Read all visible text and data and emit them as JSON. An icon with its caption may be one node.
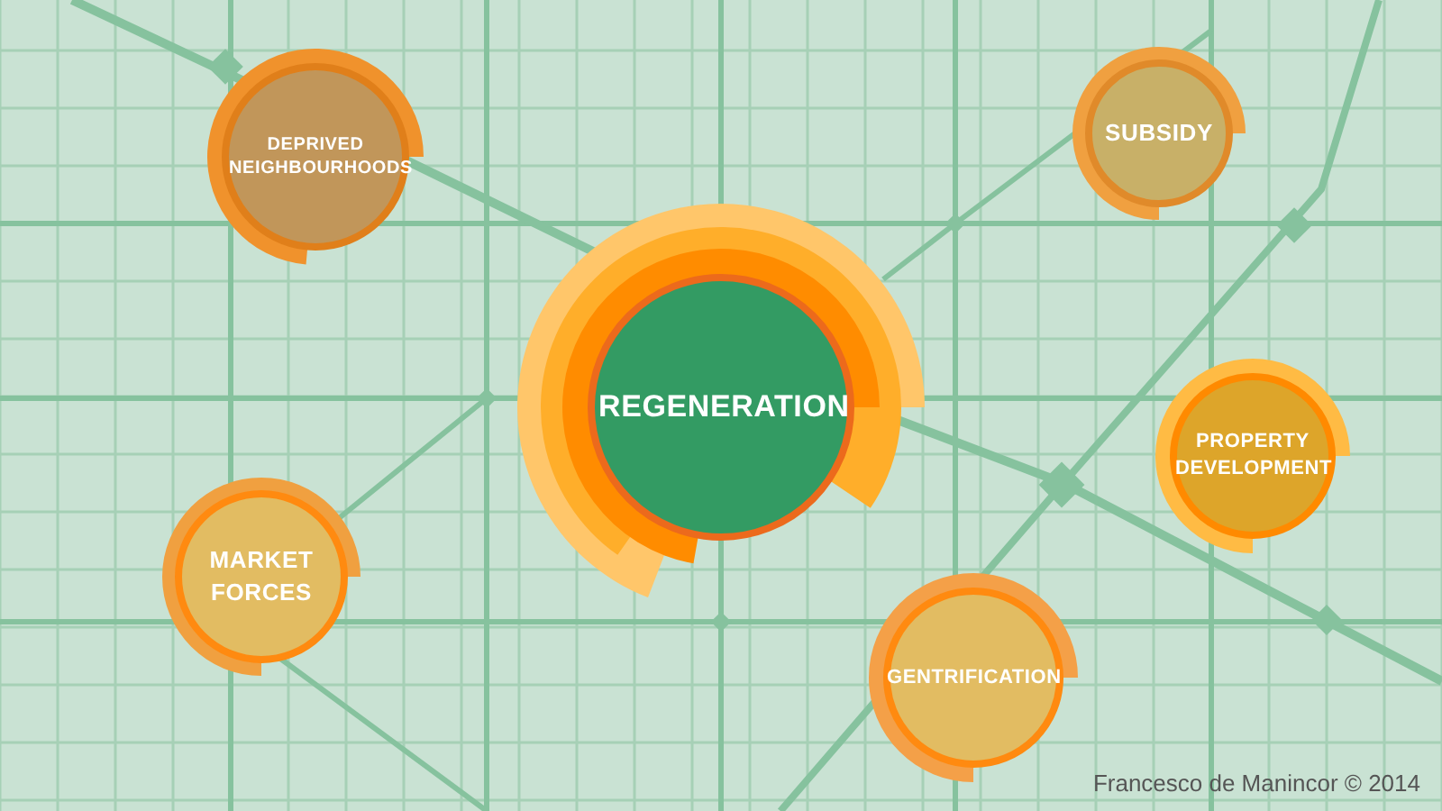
{
  "diagram": {
    "nodes": [
      {
        "text": [
          "DEPRIVED NEIGHBOURHOODS"
        ]
      },
      {
        "text": [
          "SUBSIDY"
        ]
      },
      {
        "text": [
          "REGENERATION"
        ]
      },
      {
        "text": [
          "PROPERTY DEVELOPMENT"
        ]
      },
      {
        "text": [
          "MARKET FORCES"
        ]
      },
      {
        "text": [
          "GENTRIFICATION"
        ]
      }
    ],
    "labels": [
      "Francesco de Manincor © 2014"
    ]
  }
}
